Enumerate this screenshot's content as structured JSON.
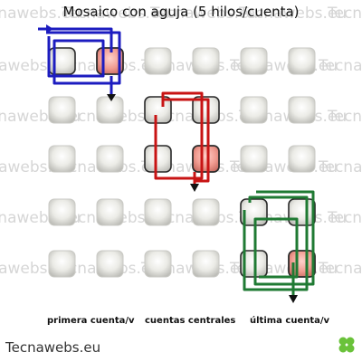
{
  "title": "Mosaico con aguja (5 hilos/cuenta)",
  "labels": {
    "first": "primera cuenta/v",
    "center": "cuentas centrales",
    "last": "última cuenta/v"
  },
  "site": "Tecnawebs.eu",
  "watermark": "Tecnawebs.eu",
  "colors": {
    "bead_light": "#f2f2ee",
    "bead_shadow": "#c9c9c4",
    "bead_highlight": "#f4a69c",
    "thread_blue": "#1c1cc0",
    "thread_red": "#c81414",
    "thread_green": "#1f7a33",
    "clover": "#6ac23a"
  },
  "bead_grid": {
    "columns": 6,
    "rows": 5
  }
}
